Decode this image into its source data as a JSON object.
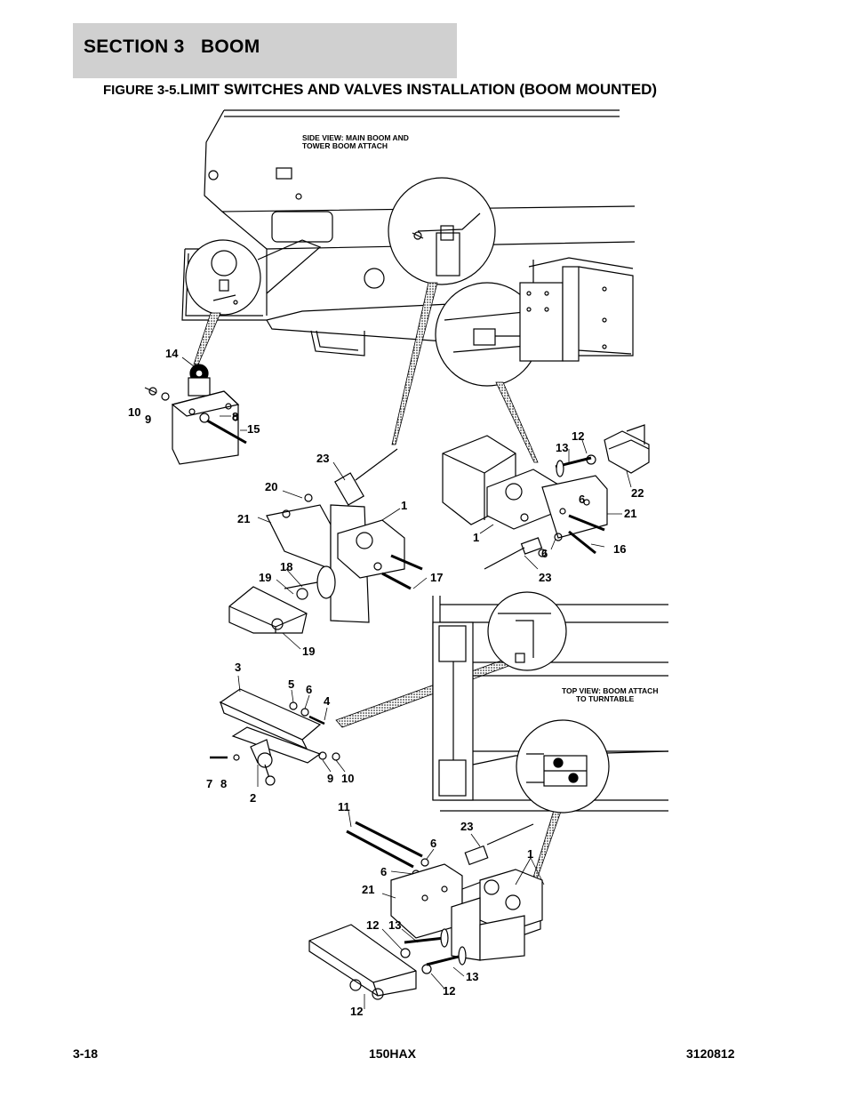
{
  "header": {
    "section_title": "SECTION 3   BOOM"
  },
  "figure": {
    "number": "FIGURE 3-5.",
    "title": "LIMIT SWITCHES AND VALVES INSTALLATION (BOOM MOUNTED)",
    "view_labels": {
      "side_line1": "SIDE VIEW: MAIN BOOM AND",
      "side_line2": "TOWER BOOM ATTACH",
      "top_line1": "TOP VIEW: BOOM ATTACH",
      "top_line2": "TO TURNTABLE"
    },
    "callouts": {
      "c14": "14",
      "c10a": "10",
      "c9a": "9",
      "c8a": "8",
      "c15": "15",
      "c23a": "23",
      "c20": "20",
      "c21a": "21",
      "c1a": "1",
      "c18": "18",
      "c19a": "19",
      "c17": "17",
      "c19b": "19",
      "c12a": "12",
      "c13a": "13",
      "c22": "22",
      "c6a": "6",
      "c21b": "21",
      "c1b": "1",
      "c16": "16",
      "c6b": "6",
      "c23b": "23",
      "c3": "3",
      "c5": "5",
      "c6c": "6",
      "c4": "4",
      "c7": "7",
      "c8b": "8",
      "c2": "2",
      "c9b": "9",
      "c10b": "10",
      "c11": "11",
      "c23c": "23",
      "c6d": "6",
      "c1c": "1",
      "c6e": "6",
      "c21c": "21",
      "c12b": "12",
      "c13b": "13",
      "c13c": "13",
      "c12c": "12",
      "c12d": "12"
    }
  },
  "footer": {
    "page": "3-18",
    "model": "150HAX",
    "doc": "3120812"
  }
}
